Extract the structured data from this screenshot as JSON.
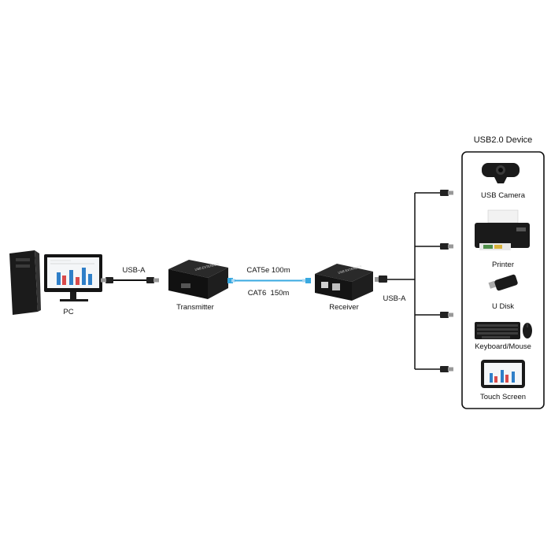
{
  "pc": {
    "label": "PC"
  },
  "transmitter": {
    "label": "Transmitter",
    "brand_text": "USB EXTENDER"
  },
  "receiver": {
    "label": "Receiver",
    "brand_text": "USB EXTENDER"
  },
  "left_cable": {
    "label": "USB-A"
  },
  "right_cable": {
    "label": "USB-A"
  },
  "network_cable": {
    "label_top": "CAT5e 100m",
    "label_bottom": "CAT6  150m",
    "color": "#39a9e0"
  },
  "device_panel": {
    "title": "USB2.0 Device",
    "devices": [
      {
        "label": "USB Camera",
        "icon": "webcam-icon"
      },
      {
        "label": "Printer",
        "icon": "printer-icon"
      },
      {
        "label": "U Disk",
        "icon": "usb-drive-icon"
      },
      {
        "label": "Keyboard/Mouse",
        "icon": "keyboard-mouse-icon"
      },
      {
        "label": "Touch Screen",
        "icon": "tablet-icon"
      }
    ]
  },
  "colors": {
    "device_black": "#1a1a1a",
    "chart_blue": "#2f7fc8",
    "chart_red": "#d94a4a",
    "cable_blue": "#39a9e0"
  }
}
